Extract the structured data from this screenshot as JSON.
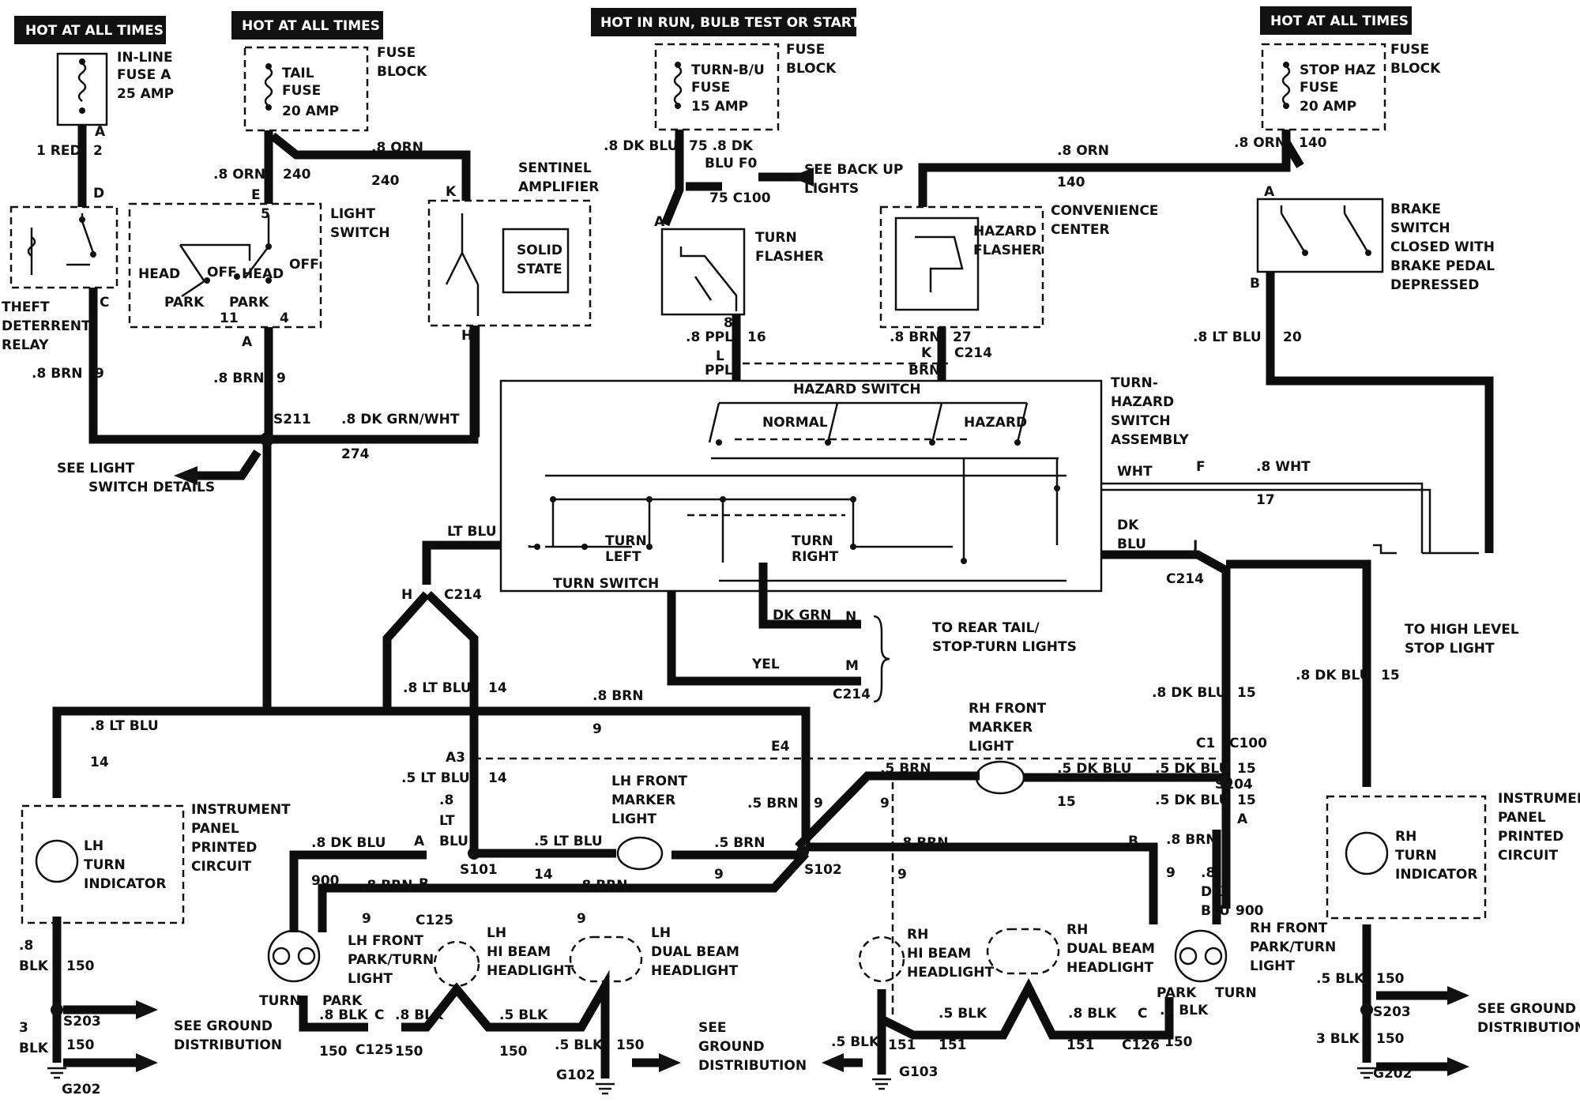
{
  "banners": {
    "b1": "HOT AT ALL TIMES",
    "b2": "HOT AT ALL TIMES",
    "b3": "HOT IN RUN,  BULB TEST OR START",
    "b4": "HOT AT ALL TIMES"
  },
  "fuses": {
    "inline_label": [
      "IN-LINE",
      "FUSE A",
      "25 AMP"
    ],
    "tail_label": [
      "TAIL",
      "FUSE",
      "20 AMP"
    ],
    "turnbu_label": [
      "TURN-B/U",
      "FUSE",
      "15 AMP"
    ],
    "stophaz_label": [
      "STOP HAZ",
      "FUSE",
      "20 AMP"
    ],
    "fuse_block": [
      "FUSE",
      "BLOCK"
    ]
  },
  "components": {
    "theft": [
      "THEFT",
      "DETERRENT",
      "RELAY"
    ],
    "light_switch": [
      "LIGHT",
      "SWITCH"
    ],
    "sentinel": [
      "SENTINEL",
      "AMPLIFIER"
    ],
    "solid_state": [
      "SOLID",
      "STATE"
    ],
    "turn_flasher": [
      "TURN",
      "FLASHER"
    ],
    "hazard_flasher": [
      "HAZARD",
      "FLASHER"
    ],
    "convenience": [
      "CONVENIENCE",
      "CENTER"
    ],
    "brake_switch": [
      "BRAKE",
      "SWITCH",
      "CLOSED WITH",
      "BRAKE PEDAL",
      "DEPRESSED"
    ],
    "turn_hazard": [
      "TURN-",
      "HAZARD",
      "SWITCH",
      "ASSEMBLY"
    ],
    "hazard_switch": "HAZARD SWITCH",
    "turn_switch": "TURN SWITCH",
    "normal": "NORMAL",
    "hazard": "HAZARD",
    "turn_left": [
      "TURN",
      "LEFT"
    ],
    "turn_right": [
      "TURN",
      "RIGHT"
    ],
    "lh_panel": [
      "INSTRUMENT",
      "PANEL",
      "PRINTED",
      "CIRCUIT"
    ],
    "lh_turn": [
      "LH",
      "TURN",
      "INDICATOR"
    ],
    "rh_panel": [
      "INSTRUMENT",
      "PANEL",
      "PRINTED",
      "CIRCUIT"
    ],
    "rh_turn": [
      "RH",
      "TURN",
      "INDICATOR"
    ],
    "lh_marker": [
      "LH FRONT",
      "MARKER",
      "LIGHT"
    ],
    "rh_marker": [
      "RH FRONT",
      "MARKER",
      "LIGHT"
    ],
    "lh_park": [
      "LH FRONT",
      "PARK/TURN",
      "LIGHT"
    ],
    "rh_park": [
      "RH FRONT",
      "PARK/TURN",
      "LIGHT"
    ],
    "lh_hi": [
      "LH",
      "HI BEAM",
      "HEADLIGHT"
    ],
    "lh_dual": [
      "LH",
      "DUAL BEAM",
      "HEADLIGHT"
    ],
    "rh_hi": [
      "RH",
      "HI BEAM",
      "HEADLIGHT"
    ],
    "rh_dual": [
      "RH",
      "DUAL BEAM",
      "HEADLIGHT"
    ],
    "head_off": [
      "HEAD",
      "OFF",
      "HEAD",
      "OFF"
    ],
    "park": [
      "PARK",
      "PARK"
    ]
  },
  "notes": {
    "see_light_switch": [
      "SEE LIGHT",
      "SWITCH DETAILS"
    ],
    "see_backup": [
      "SEE BACK UP",
      "LIGHTS"
    ],
    "rear_tail": [
      "TO REAR TAIL/",
      "STOP-TURN LIGHTS"
    ],
    "high_level": [
      "TO HIGH LEVEL",
      "STOP LIGHT"
    ],
    "ground_left": [
      "SEE GROUND",
      "DISTRIBUTION"
    ],
    "ground_mid": [
      "SEE",
      "GROUND",
      "DISTRIBUTION"
    ],
    "ground_right": [
      "SEE GROUND",
      "DISTRIBUTION"
    ]
  },
  "wires": {
    "red1": "1 RED",
    "red2": "2",
    "orn240a": ".8 ORN",
    "n240a": "240",
    "orn240b": ".8 ORN",
    "n240b": "240",
    "brn9a": ".8 BRN",
    "n9a": "9",
    "brn9b": ".8 BRN",
    "n9b": "9",
    "dkgrn": ".8 DK GRN/WHT",
    "n274": "274",
    "dkblu75": ".8 DK BLU",
    "n75a": "75 .8 DK",
    "blu_fo": "BLU  F0",
    "n75c100": "75 C100",
    "orn140": ".8 ORN",
    "n140a": "140",
    "orn140b": ".8 ORN",
    "n140b": "140",
    "ppl": ".8 PPL",
    "n16": "16",
    "brn27": ".8 BRN",
    "n27": "27",
    "ltblu20": ".8 LT BLU",
    "n20": "20",
    "wht": "WHT",
    "wht8": ".8 WHT",
    "n17": "17",
    "dk": "DK",
    "blu": "BLU",
    "ltblu_h": "LT BLU",
    "dkgrn_n": "DK GRN",
    "yel": "YEL",
    "ltblu14a": ".8 LT BLU",
    "n14a": "14",
    "brn9c": ".8 BRN",
    "n9c": "9",
    "ltblu14b": ".8 LT BLU",
    "n14b": "14",
    "dkblu15": ".8 DK BLU",
    "n15a": "15",
    "dkblu15r": ".8 DK BLU",
    "n15r": "15",
    "ltblu5": ".5 LT BLU",
    "n14c": "14",
    "ltblu8": [
      ".8",
      "LT",
      "BLU"
    ],
    "ltblu5b": ".5 LT BLU",
    "n14d": "14",
    "brn5a": ".5 BRN",
    "n9d": "9",
    "brn5b": ".5 BRN",
    "n9e": "9",
    "brn5c": ".5 BRN",
    "n9f": "9",
    "dkblu5a": ".5 DK BLU",
    "n15b": "15",
    "dkblu5b": ".5 DK BLU",
    "n15c": "15",
    "dkblu5c": ".5 DK BLU",
    "n15d": "15",
    "brn8": ".8 BRN",
    "n9g": "9",
    "dkblu8a": ".8 DK BLU",
    "n900a": "900",
    "brn8b": ".8 BRN",
    "n9h": "9",
    "brn8c": ".8 BRN",
    "n9i": "9",
    "brn8d": ".8 BRN",
    "n9j": "9",
    "dkblu8b": [
      ".8",
      "DK",
      "BLU"
    ],
    "n900b": "900",
    "blk8a": [
      ".8",
      "BLK"
    ],
    "n150a": "150",
    "blk3a": [
      "3",
      "BLK"
    ],
    "n150b": "150",
    "blk8b": ".8 BLK",
    "blk8c": ".8 BLK",
    "blk5a": ".5 BLK",
    "n150c": "150",
    "n150d": "150",
    "n150e": "150",
    "blk5b": ".5 BLK",
    "n150f": "150",
    "blk5c": ".5 BLK",
    "n151a": "151",
    "blk5d": ".5 BLK",
    "n151b": "151",
    "blk8d": ".8 BLK",
    "n151c": "151",
    "blk8e": ".8 BLK",
    "n150g": "150",
    "blk5e": ".5 BLK",
    "n150h": "150",
    "blk3b": "3 BLK",
    "n150i": "150",
    "brn_ppl": "PPL",
    "brn_brn": "BRN"
  },
  "connectors": {
    "A1": "A",
    "D": "D",
    "C1": "C",
    "E": "E",
    "K1": "K",
    "H1": "H",
    "A2": "A",
    "A3": "A",
    "A4": "A",
    "B1": "B",
    "L": "L",
    "K2": "K",
    "C214a": "C214",
    "F": "F",
    "J": "J",
    "C214b": "C214",
    "H2": "H",
    "C214c": "C214",
    "N": "N",
    "M": "M",
    "C214d": "C214",
    "A3c": "A3",
    "E4": "E4",
    "C1c": "C1",
    "C100": "C100",
    "A5": "A",
    "B2": "B",
    "C125": "C125",
    "C125b": "C125",
    "C2": "C",
    "C126": "C126",
    "C3": "C",
    "B3": "B",
    "A6": "A",
    "n5": "5",
    "n4": "4",
    "n11": "11",
    "n8": "8"
  },
  "splices": {
    "S211": "S211",
    "S101": "S101",
    "S102": "S102",
    "S104": "S104",
    "S203a": "S203",
    "S203b": "S203"
  },
  "grounds": {
    "G202a": "G202",
    "G102": "G102",
    "G103": "G103",
    "G202b": "G202"
  },
  "lamp_labels": {
    "turn_l": "TURN",
    "park_l": "PARK",
    "park_r": "PARK",
    "turn_r": "TURN"
  }
}
